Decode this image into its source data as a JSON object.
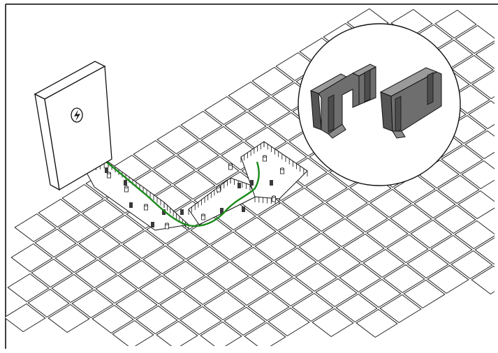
{
  "figure": {
    "kind": "isometric installation illustration",
    "elements": [
      "power-cabinet",
      "lightning-icon",
      "paving-grid",
      "excavated-cable-trench",
      "support-pedestals",
      "green-power-cable",
      "detail-magnifier",
      "u-shaped-cable-holder-left",
      "u-shaped-cable-holder-right"
    ]
  },
  "colors": {
    "line": "#111111",
    "tile": "#ffffff",
    "cable": "#1a8a1a",
    "holder": "#7a7a7a",
    "holder_dark": "#4d4d4d",
    "trench_shadow": "#d9d9d9"
  },
  "icons": {
    "cabinet_symbol": "lightning-bolt-icon"
  }
}
